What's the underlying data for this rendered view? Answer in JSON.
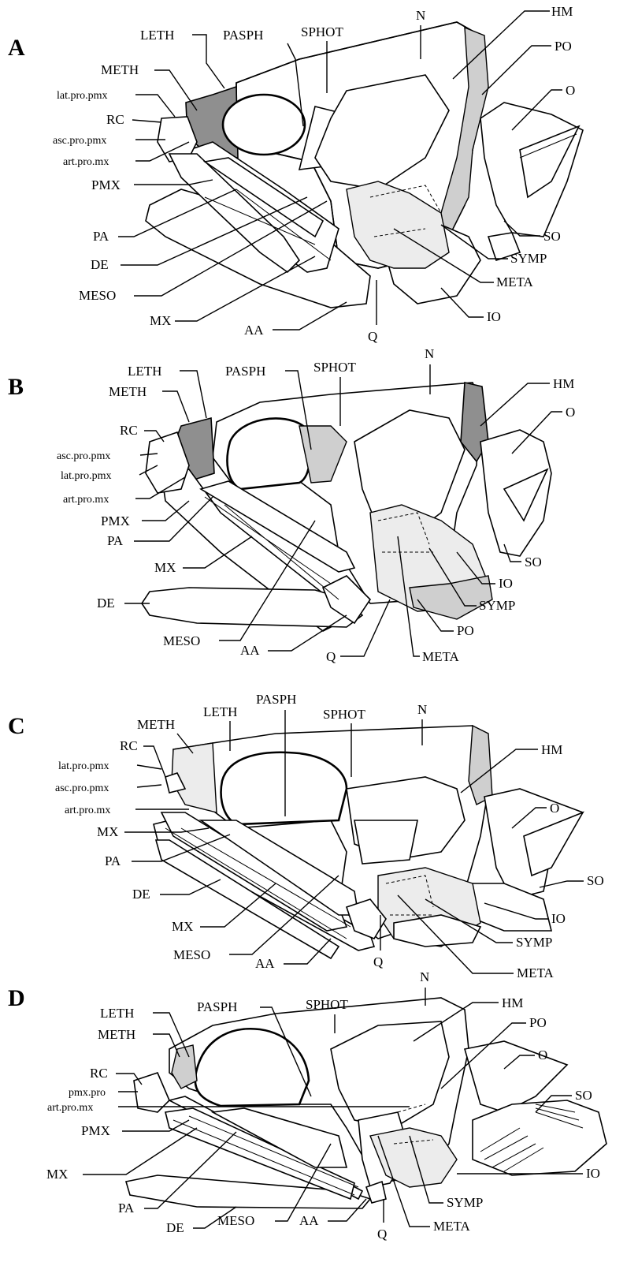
{
  "panels": [
    {
      "letter": "A",
      "labels": {
        "leth": "LETH",
        "pasph": "PASPH",
        "sphot": "SPHOT",
        "n": "N",
        "hm": "HM",
        "po": "PO",
        "meth": "METH",
        "lat_pro_pmx": "lat.pro.pmx",
        "rc": "RC",
        "asc_pro_pmx": "asc.pro.pmx",
        "art_pro_mx": "art.pro.mx",
        "pmx": "PMX",
        "o": "O",
        "pa": "PA",
        "de": "DE",
        "meso": "MESO",
        "mx": "MX",
        "aa": "AA",
        "q": "Q",
        "so": "SO",
        "symp": "SYMP",
        "meta": "META",
        "io": "IO"
      }
    },
    {
      "letter": "B",
      "labels": {
        "leth": "LETH",
        "pasph": "PASPH",
        "sphot": "SPHOT",
        "n": "N",
        "meth": "METH",
        "hm": "HM",
        "rc": "RC",
        "o": "O",
        "asc_pro_pmx": "asc.pro.pmx",
        "lat_pro_pmx": "lat.pro.pmx",
        "art_pro_mx": "art.pro.mx",
        "pmx": "PMX",
        "pa": "PA",
        "mx": "MX",
        "so": "SO",
        "io": "IO",
        "de": "DE",
        "symp": "SYMP",
        "po": "PO",
        "meso": "MESO",
        "aa": "AA",
        "q": "Q",
        "meta": "META"
      }
    },
    {
      "letter": "C",
      "labels": {
        "pasph": "PASPH",
        "meth": "METH",
        "leth": "LETH",
        "sphot": "SPHOT",
        "n": "N",
        "rc": "RC",
        "hm": "HM",
        "lat_pro_pmx": "lat.pro.pmx",
        "asc_pro_pmx": "asc.pro.pmx",
        "o": "O",
        "art_pro_mx": "art.pro.mx",
        "mx_upper": "MX",
        "pa": "PA",
        "de": "DE",
        "so": "SO",
        "io": "IO",
        "mx_lower": "MX",
        "symp": "SYMP",
        "meso": "MESO",
        "aa": "AA",
        "q": "Q",
        "meta": "META"
      }
    },
    {
      "letter": "D",
      "labels": {
        "n": "N",
        "pasph": "PASPH",
        "sphot": "SPHOT",
        "hm": "HM",
        "leth": "LETH",
        "po": "PO",
        "meth": "METH",
        "o": "O",
        "rc": "RC",
        "pmx_pro": "pmx.pro",
        "so": "SO",
        "art_pro_mx": "art.pro.mx",
        "pmx": "PMX",
        "mx": "MX",
        "io": "IO",
        "pa": "PA",
        "symp": "SYMP",
        "de": "DE",
        "meso": "MESO",
        "aa": "AA",
        "q": "Q",
        "meta": "META"
      }
    }
  ]
}
